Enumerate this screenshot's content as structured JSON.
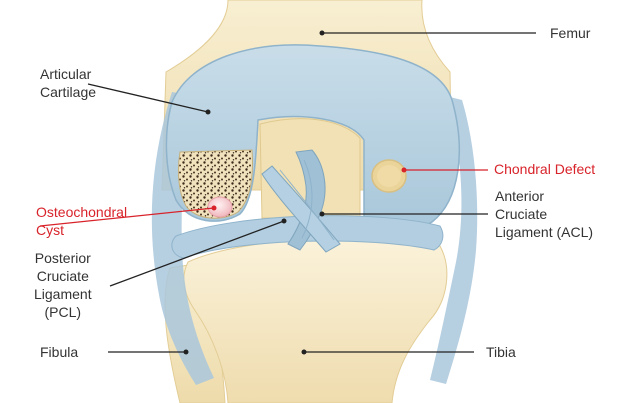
{
  "diagram": {
    "labels": {
      "femur": "Femur",
      "articular_cartilage": "Articular\nCartilage",
      "chondral_defect": "Chondral Defect",
      "osteochondral_cyst": "Osteochondral\nCyst",
      "acl": "Anterior\nCruciate\nLigament (ACL)",
      "pcl": "Posterior\nCruciate\nLigament\n(PCL)",
      "fibula": "Fibula",
      "tibia": "Tibia"
    },
    "colors": {
      "label_text": "#333333",
      "highlight_text": "#d8232a",
      "bone": "#f3e6c0",
      "bone_shadow": "#e3cd96",
      "cartilage": "#b9d3e3",
      "cartilage_edge": "#8fb3cb",
      "ligament": "#a9c7dc",
      "cyst": "#f4c4c8"
    }
  }
}
